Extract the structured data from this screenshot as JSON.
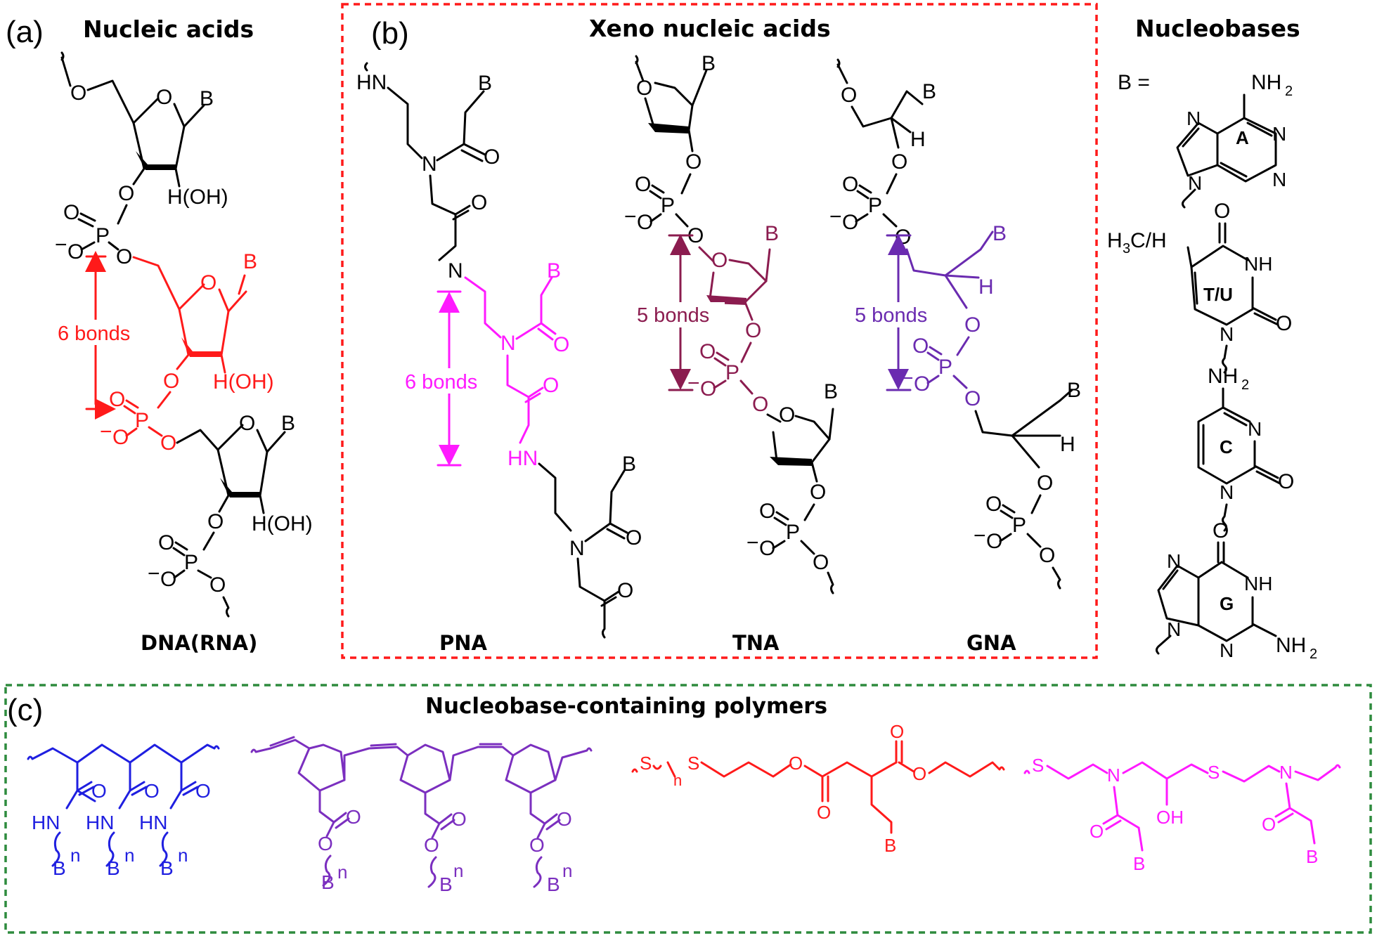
{
  "panels": {
    "a": {
      "letter": "(a)",
      "title": "Nucleic acids",
      "caption": "DNA(RNA)",
      "bond_label": "6 bonds"
    },
    "b": {
      "letter": "(b)",
      "title": "Xeno nucleic acids",
      "pna": {
        "caption": "PNA",
        "bond_label": "6 bonds"
      },
      "tna": {
        "caption": "TNA",
        "bond_label": "5 bonds"
      },
      "gna": {
        "caption": "GNA",
        "bond_label": "5 bonds"
      }
    },
    "nb": {
      "title": "Nucleobases",
      "b_equals": "B =",
      "A": "A",
      "TU": "T/U",
      "C": "C",
      "G": "G",
      "methyl": "H",
      "methyl_sub": "3",
      "methyl_rest": "C/H"
    },
    "c": {
      "letter": "(c)",
      "title": "Nucleobase-containing polymers"
    }
  },
  "atoms": {
    "O": "O",
    "P": "P",
    "B": "B",
    "N": "N",
    "H": "H",
    "HN": "HN",
    "NH": "NH",
    "NH2": "NH",
    "sub2": "2",
    "HOH": "H(OH)",
    "OH": "OH",
    "S": "S",
    "n": "n",
    "minus": "−"
  },
  "colors": {
    "dna_highlight": "#ff1a1a",
    "pna": "#ff1aff",
    "tna": "#8b1c4f",
    "gna": "#6a2bb0",
    "poly1": "#1f1fe0",
    "poly2": "#7b2fbf",
    "poly3": "#ff1a1a",
    "poly4": "#ff1aff",
    "box_b": "#ff1a1a",
    "box_c": "#2e8b3e"
  }
}
